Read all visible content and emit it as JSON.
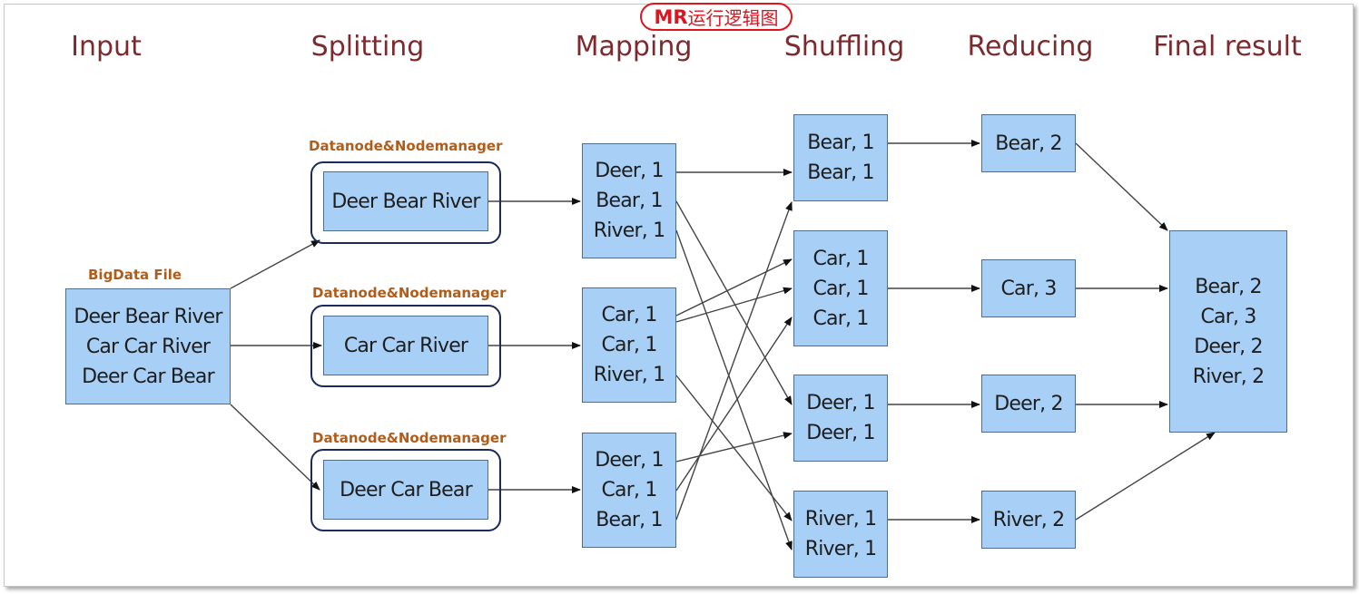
{
  "title": {
    "prefix": "MR",
    "suffix": "运行逻辑图"
  },
  "stages": {
    "input": "Input",
    "splitting": "Splitting",
    "mapping": "Mapping",
    "shuffling": "Shuffling",
    "reducing": "Reducing",
    "final": "Final result"
  },
  "bigdata_label": "BigData File",
  "input_lines": [
    "Deer Bear River",
    "Car Car River",
    "Deer Car Bear"
  ],
  "splits": [
    {
      "node_label": "Datanode&Nodemanager",
      "text": "Deer Bear River"
    },
    {
      "node_label": "Datanode&Nodemanager",
      "text": "Car Car River"
    },
    {
      "node_label": "Datanode&Nodemanager",
      "text": "Deer Car Bear"
    }
  ],
  "mapping": [
    [
      "Deer, 1",
      "Bear, 1",
      "River, 1"
    ],
    [
      "Car, 1",
      "Car, 1",
      "River, 1"
    ],
    [
      "Deer, 1",
      "Car, 1",
      "Bear, 1"
    ]
  ],
  "shuffling": [
    [
      "Bear, 1",
      "Bear, 1"
    ],
    [
      "Car, 1",
      "Car, 1",
      "Car, 1"
    ],
    [
      "Deer, 1",
      "Deer, 1"
    ],
    [
      "River, 1",
      "River, 1"
    ]
  ],
  "reducing": [
    "Bear, 2",
    "Car, 3",
    "Deer, 2",
    "River, 2"
  ],
  "final": [
    "Bear, 2",
    "Car, 3",
    "Deer, 2",
    "River, 2"
  ],
  "colors": {
    "box_fill": "#a8cff5",
    "stage_label": "#7d2a2e",
    "node_label": "#b05c1a",
    "title_accent": "#e0141e",
    "node_frame": "#1a2a5a"
  }
}
